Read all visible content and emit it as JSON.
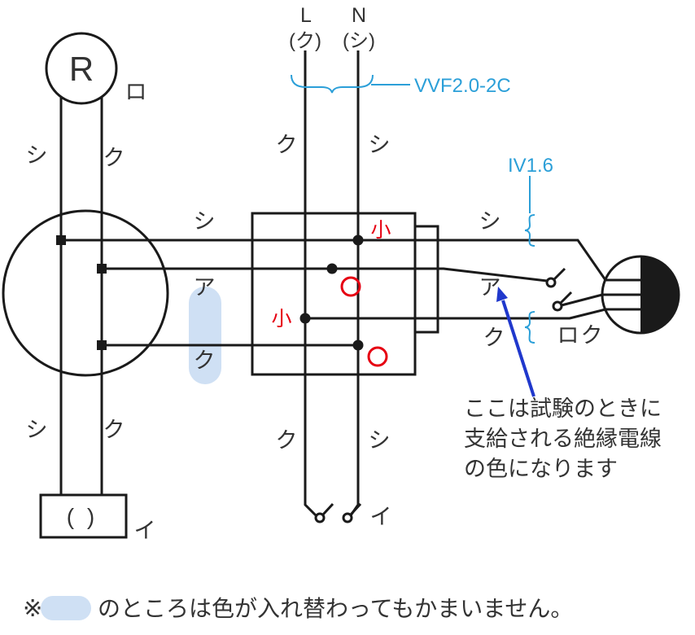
{
  "palette": {
    "line": "#1a1a1a",
    "red": "#e60012",
    "blue": "#2b9fd8",
    "arrow": "#2038cc",
    "highlight": "#cfe0f4",
    "text": "#333333"
  },
  "power": {
    "l": "L",
    "n": "N",
    "l_paren": "(ク)",
    "n_paren": "(シ)",
    "cable": "VVF2.0-2C",
    "l_wire_upper": "ク",
    "n_wire_upper": "シ",
    "l_wire_lower": "ク",
    "n_wire_lower": "シ"
  },
  "iv": {
    "label": "IV1.6"
  },
  "receptacle": {
    "symbol": "R",
    "circuit": "ロ",
    "wire_left": "シ",
    "wire_right": "ク"
  },
  "joint_left": {
    "top": "シ",
    "mid": "ア",
    "bottom": "ク"
  },
  "joint_right": {
    "top": "シ",
    "mid": "ア",
    "bottom": "ク",
    "switch_circuit": "ロ",
    "switch_wire": "ク"
  },
  "sleeves": {
    "top": "小",
    "mid": "小"
  },
  "device_bottom": {
    "label": "( )",
    "circuit": "イ",
    "wire_left": "シ",
    "wire_right": "ク"
  },
  "switch_bottom": {
    "circuit": "イ"
  },
  "annotation": {
    "line1": "ここは試験のときに",
    "line2": "支給される絶縁電線",
    "line3": "の色になります"
  },
  "footnote": {
    "mark": "※",
    "text": "のところは色が入れ替わってもかまいません。"
  }
}
